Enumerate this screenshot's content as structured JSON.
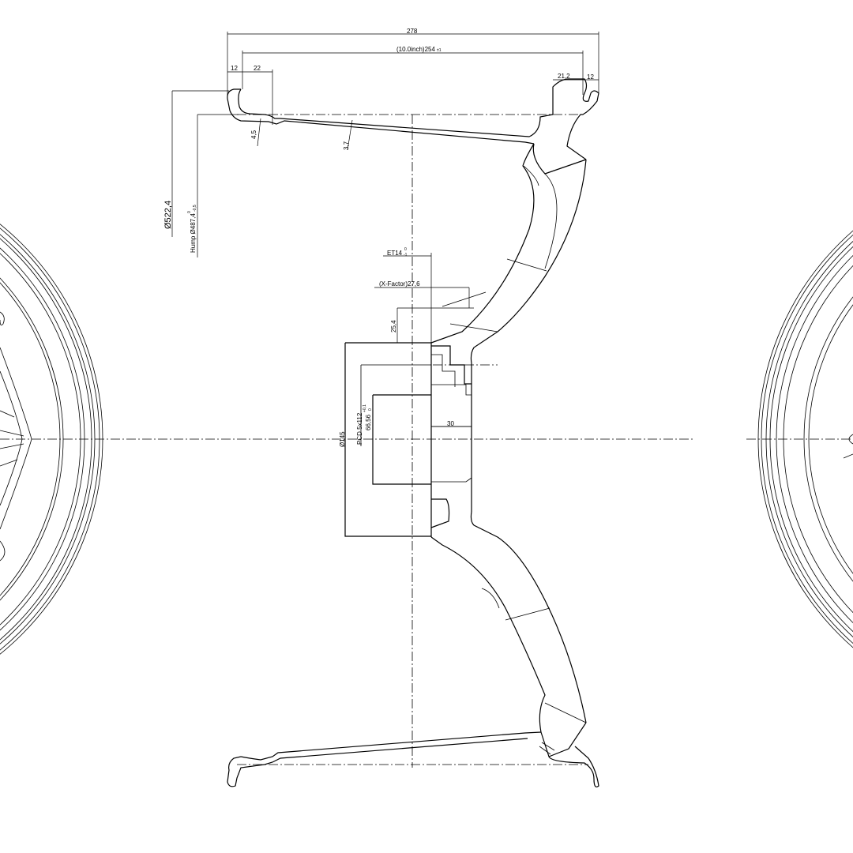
{
  "drawing": {
    "dimensions": {
      "overall_width": "278",
      "rim_width": "(10.0inch)254",
      "rim_width_tol": "±1",
      "flange_left": "12",
      "bead_left": "22",
      "bead_right": "21,2",
      "flange_right": "12",
      "outer_diameter": "Ø522,4",
      "hump_diameter": "Hump  Ø487,4",
      "hump_tol_upper": "0",
      "hump_tol_lower": "-0,5",
      "wall_thickness": "4,5",
      "well_thickness": "3,7",
      "offset": "ET14",
      "offset_tol_upper": "0",
      "offset_tol_lower": "-1",
      "x_factor": "(X-Factor)27,6",
      "pad_height": "25,4",
      "pad_diameter": "Ø145",
      "pcd": "PCD 5x112",
      "center_bore": "66,56",
      "center_bore_tol_upper": "+0,1",
      "center_bore_tol_lower": "0",
      "hub_depth": "30"
    }
  }
}
